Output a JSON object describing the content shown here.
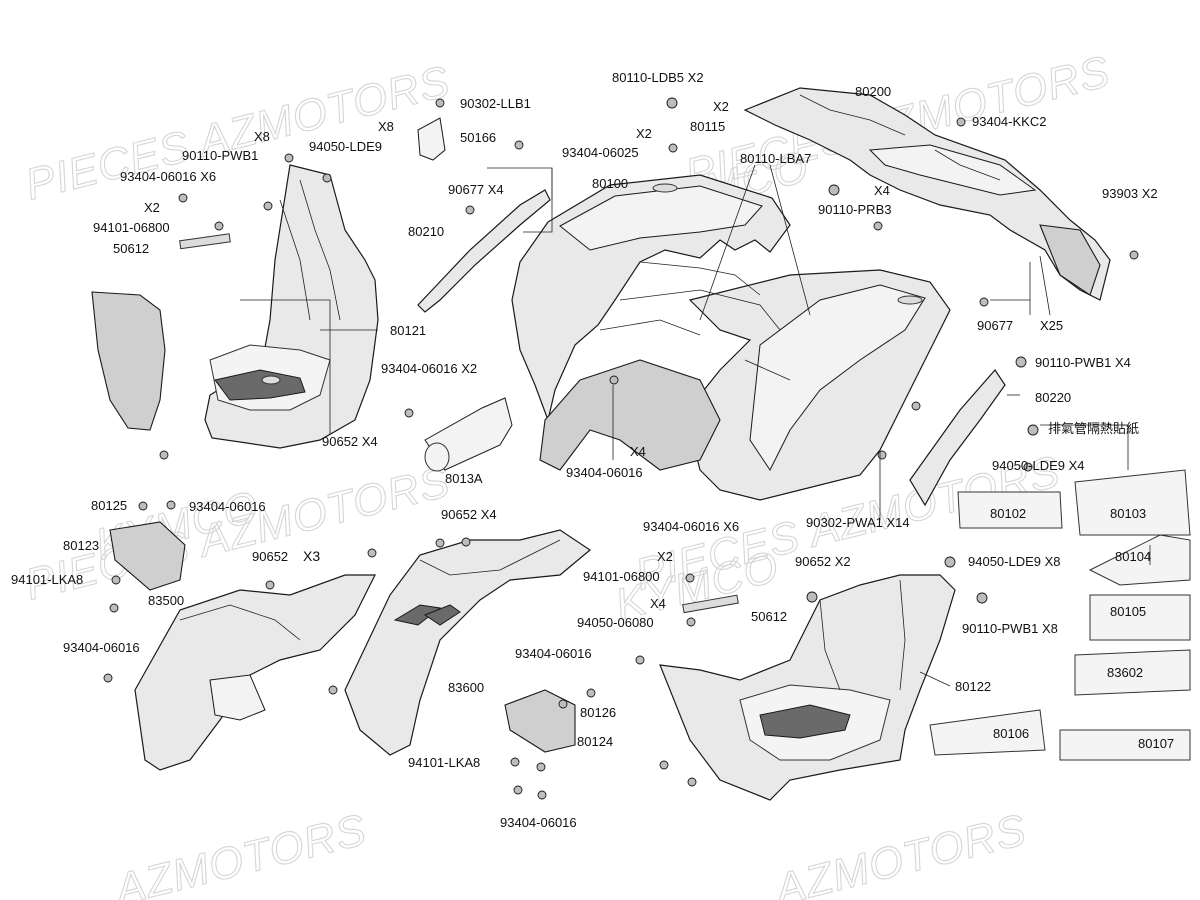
{
  "watermarks": [
    "PIECES AZMOTORS",
    "KYMCO",
    "AZMOTORS"
  ],
  "labels": {
    "p80110_ldb5": "80110-LDB5  X2",
    "x2_a": "X2",
    "p80115": "80115",
    "x2_b": "X2",
    "p93404_06025": "93404-06025",
    "p80110_lba7": "80110-LBA7",
    "p80200": "80200",
    "p93404_kkc2": "93404-KKC2",
    "p90302_llb1": "90302-LLB1",
    "p50166": "50166",
    "x8_a": "X8",
    "x8_b": "X8",
    "p90110_pwb1_a": "90110-PWB1",
    "p94050_lde9_a": "94050-LDE9",
    "p93404_06016_x6_a": "93404-06016 X6",
    "x2_c": "X2",
    "p94101_06800_a": "94101-06800",
    "p50612_a": "50612",
    "p90677_x4": "90677  X4",
    "p80210": "80210",
    "p80100": "80100",
    "x4_a": "X4",
    "p90110_prb3": "90110-PRB3",
    "p93903_x2": "93903  X2",
    "p80121": "80121",
    "p93404_06016_x2": "93404-06016 X2",
    "p90677_b": "90677",
    "x25": "X25",
    "p90110_pwb1_x4": "90110-PWB1  X4",
    "p80220": "80220",
    "p90652_x4_a": "90652   X4",
    "p8013a": "8013A",
    "x4_b": "X4",
    "p93404_06016_c": "93404-06016",
    "p_chinese": "排氣管隔熱貼紙",
    "p94050_lde9_x4": "94050-LDE9 X4",
    "p80125": "80125",
    "p93404_06016_d": "93404-06016",
    "p80102": "80102",
    "p80103": "80103",
    "p80104": "80104",
    "p90302_pwa1_x14": "90302-PWA1 X14",
    "p90652_x4_b": "90652  X4",
    "p80123": "80123",
    "p93404_06016_x6_b": "93404-06016 X6",
    "x2_d": "X2",
    "p94101_06800_b": "94101-06800",
    "p90652_x3": "90652",
    "x3": "X3",
    "p90652_x2": "90652    X2",
    "p94050_lde9_x8": "94050-LDE9 X8",
    "p94101_lka8_a": "94101-LKA8",
    "p83500": "83500",
    "x4_c": "X4",
    "p50612_b": "50612",
    "p94050_06080": "94050-06080",
    "p80105": "80105",
    "p90110_pwb1_x8": "90110-PWB1 X8",
    "p93404_06016_e": "93404-06016",
    "p93404_06016_f": "93404-06016",
    "p83602": "83602",
    "p80122": "80122",
    "p83600": "83600",
    "p80126": "80126",
    "p80124": "80124",
    "p80106": "80106",
    "p80107": "80107",
    "p94101_lka8_b": "94101-LKA8",
    "p93404_06016_g": "93404-06016"
  }
}
